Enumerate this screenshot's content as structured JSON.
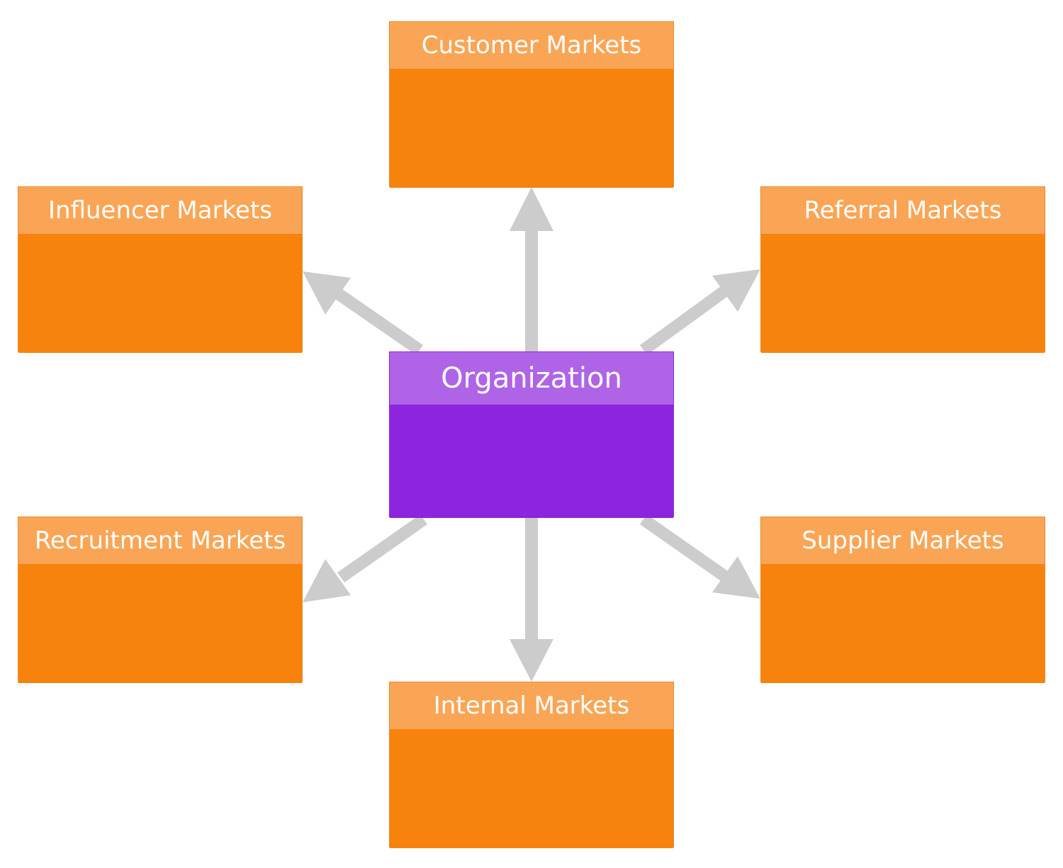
{
  "center": {
    "title": "Organization",
    "colors": {
      "header": "#af64e8",
      "body": "#8d24de"
    }
  },
  "markets": [
    {
      "key": "customer",
      "title": "Customer Markets"
    },
    {
      "key": "influencer",
      "title": "Influencer Markets"
    },
    {
      "key": "referral",
      "title": "Referral Markets"
    },
    {
      "key": "recruitment",
      "title": "Recruitment Markets"
    },
    {
      "key": "supplier",
      "title": "Supplier Markets"
    },
    {
      "key": "internal",
      "title": "Internal Markets"
    }
  ],
  "market_colors": {
    "header": "#faa555",
    "body": "#f7820c"
  },
  "arrow_color": "#cccccc",
  "edges": [
    {
      "from": "Organization",
      "to": "Customer Markets"
    },
    {
      "from": "Organization",
      "to": "Influencer Markets"
    },
    {
      "from": "Organization",
      "to": "Referral Markets"
    },
    {
      "from": "Organization",
      "to": "Recruitment Markets"
    },
    {
      "from": "Organization",
      "to": "Supplier Markets"
    },
    {
      "from": "Organization",
      "to": "Internal Markets"
    }
  ]
}
